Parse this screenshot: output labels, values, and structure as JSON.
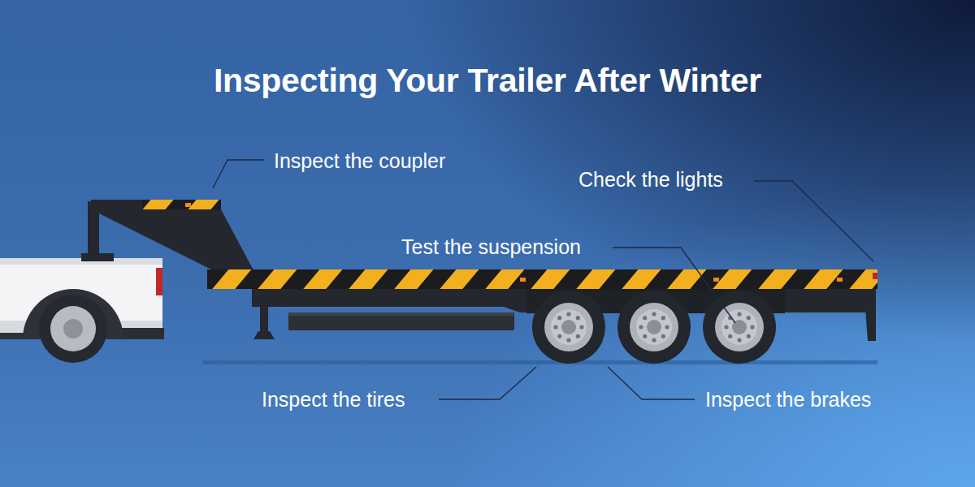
{
  "diagram": {
    "title": "Inspecting Your Trailer After Winter",
    "labels": [
      "Inspect the coupler",
      "Check the lights",
      "Test the suspension",
      "Inspect the tires",
      "Inspect the brakes"
    ]
  }
}
